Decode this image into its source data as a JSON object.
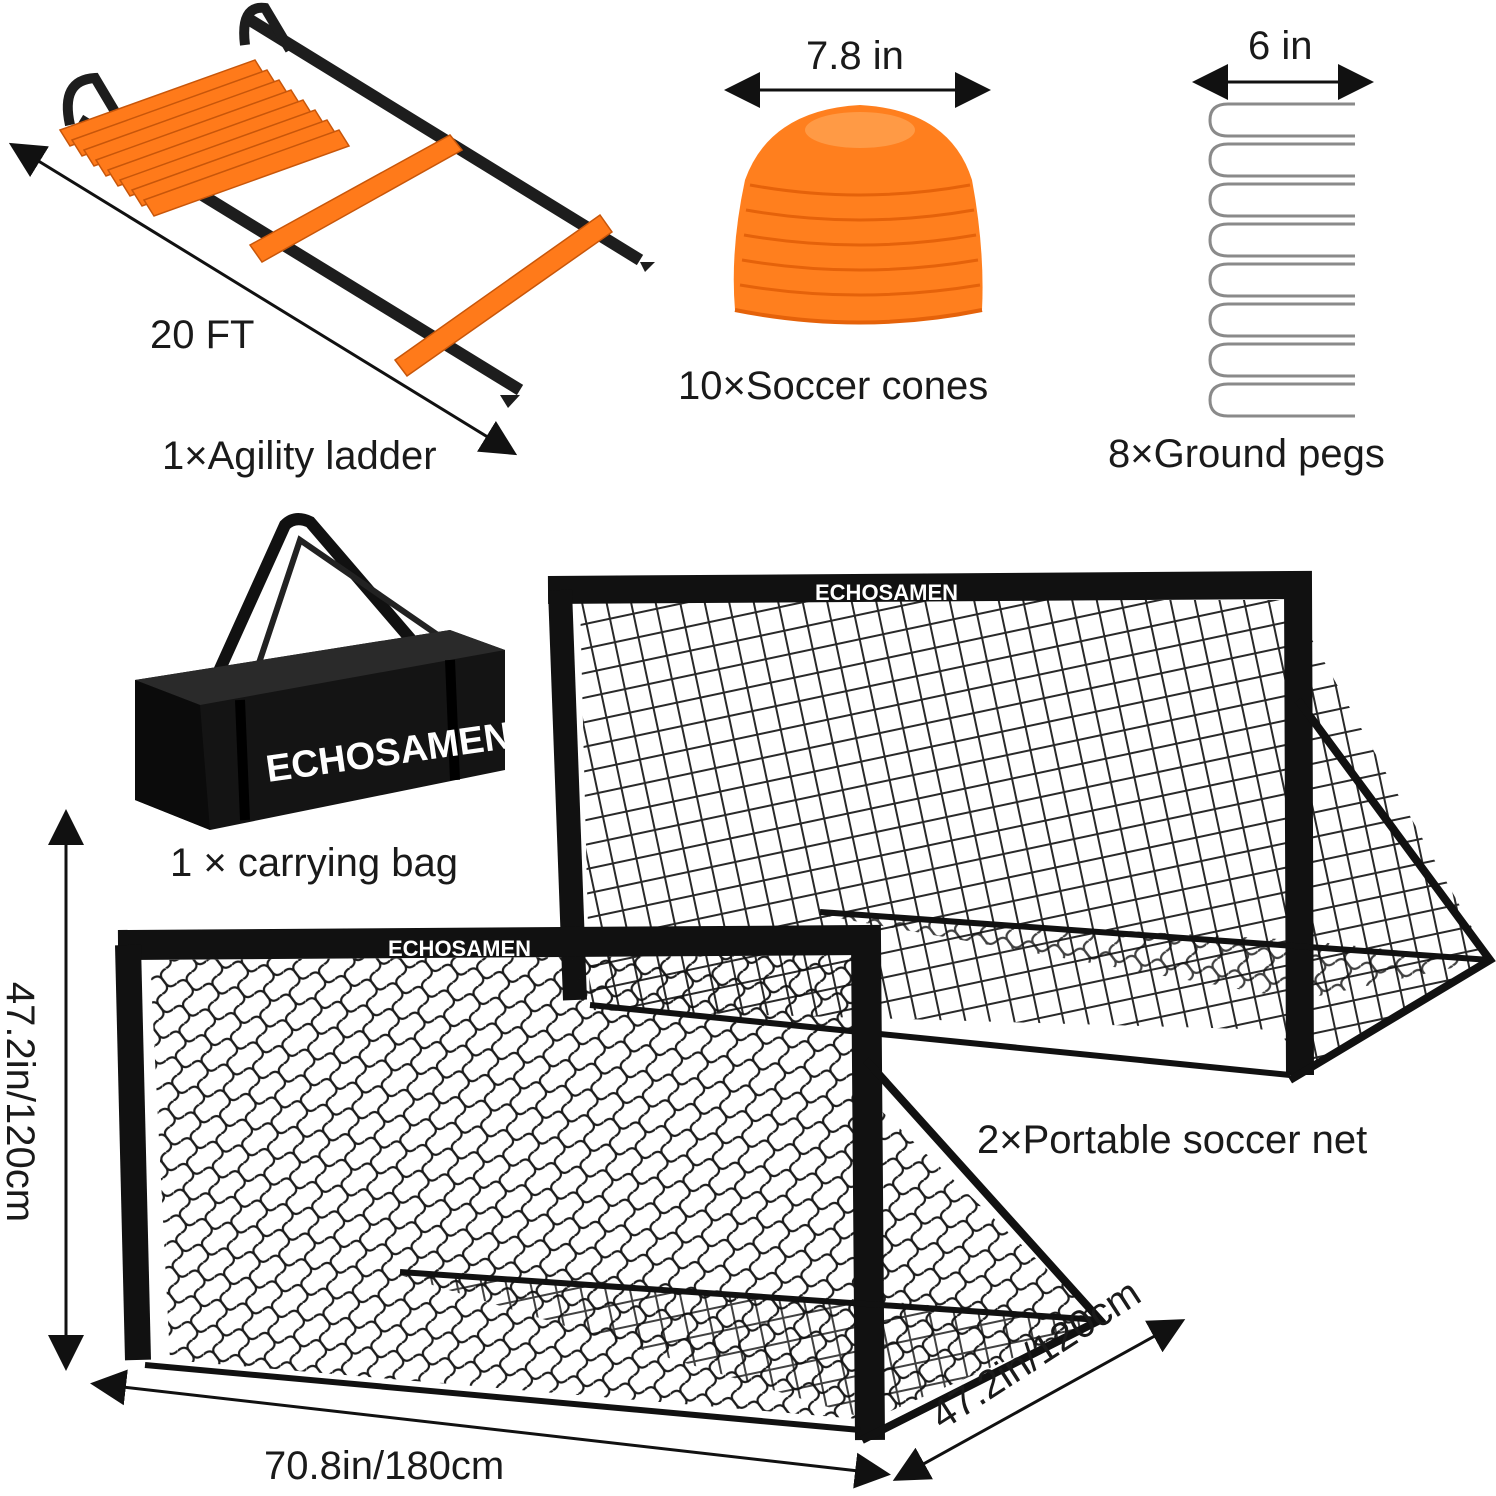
{
  "items": {
    "ladder": {
      "name": "1×Agility ladder",
      "length": "20 FT"
    },
    "cones": {
      "name": "10×Soccer cones",
      "diameter": "7.8 in"
    },
    "pegs": {
      "name": "8×Ground pegs",
      "length": "6 in"
    },
    "bag": {
      "name": "1 × carrying bag",
      "brand": "ECHOSAMEN"
    },
    "nets": {
      "name": "2×Portable soccer net",
      "brand": "ECHOSAMEN",
      "height": "47.2in/120cm",
      "width": "70.8in/180cm",
      "depth": "47.2in/120cm"
    }
  },
  "colors": {
    "orange": "#ff7a1a",
    "black": "#111111",
    "text": "#1a1a1a"
  }
}
